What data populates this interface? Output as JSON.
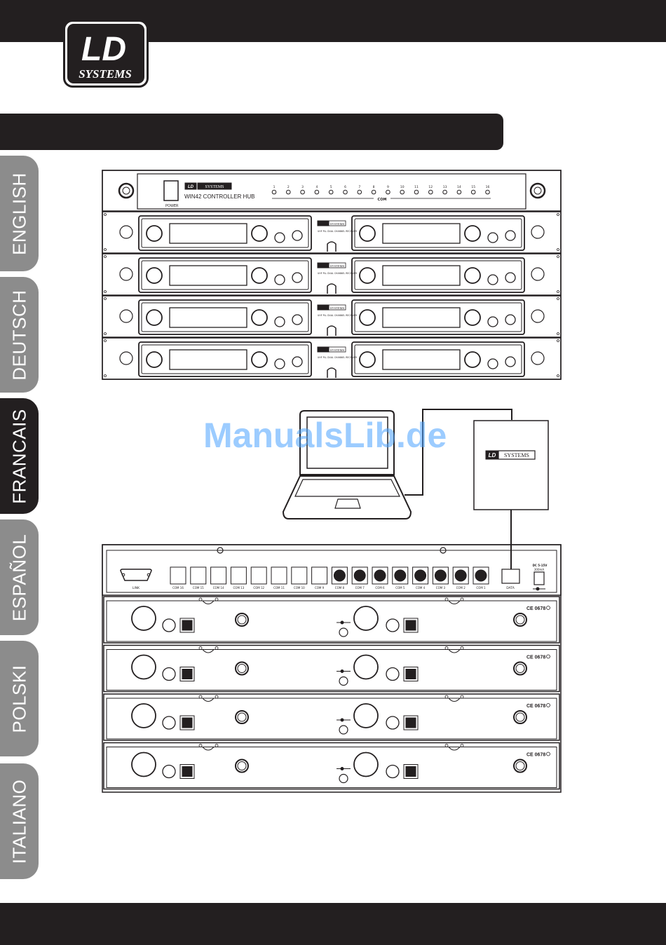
{
  "brand": {
    "logo_top": "LD",
    "logo_bottom": "SYSTEMS"
  },
  "languages": [
    {
      "label": "ENGLISH",
      "active": false
    },
    {
      "label": "DEUTSCH",
      "active": false
    },
    {
      "label": "FRANCAIS",
      "active": true
    },
    {
      "label": "ESPAÑOL",
      "active": false
    },
    {
      "label": "POLSKI",
      "active": false
    },
    {
      "label": "ITALIANO",
      "active": false
    }
  ],
  "hub_front": {
    "power_label": "POWER",
    "model_label": "WIN42 CONTROLLER HUB",
    "brand_label": "SYSTEMS",
    "com_label": "COM",
    "port_numbers": [
      "1",
      "2",
      "3",
      "4",
      "5",
      "6",
      "7",
      "8",
      "9",
      "10",
      "11",
      "12",
      "13",
      "14",
      "15",
      "16"
    ]
  },
  "receiver_front": {
    "brand_label": "SYSTEMS",
    "model_label": "UHF PLL DUAL CHANNEL RECEIVER"
  },
  "computer": {
    "box_brand": "SYSTEMS"
  },
  "hub_rear": {
    "link_label": "LINK",
    "com_ports": [
      "COM 16",
      "COM 15",
      "COM 14",
      "COM 13",
      "COM 12",
      "COM 11",
      "COM 10",
      "COM 9",
      "COM 8",
      "COM 7",
      "COM 6",
      "COM 5",
      "COM 4",
      "COM 3",
      "COM 2",
      "COM 1"
    ],
    "data_label": "DATA",
    "dc_label": "DC 5-15V",
    "dc_sub": "300mA"
  },
  "receiver_rear": {
    "ce_mark": "CE 0678"
  },
  "watermark": "ManualsLib.de",
  "colors": {
    "dark": "#231f20",
    "tab_inactive": "#8c8c8c",
    "watermark": "#4da3ff"
  }
}
